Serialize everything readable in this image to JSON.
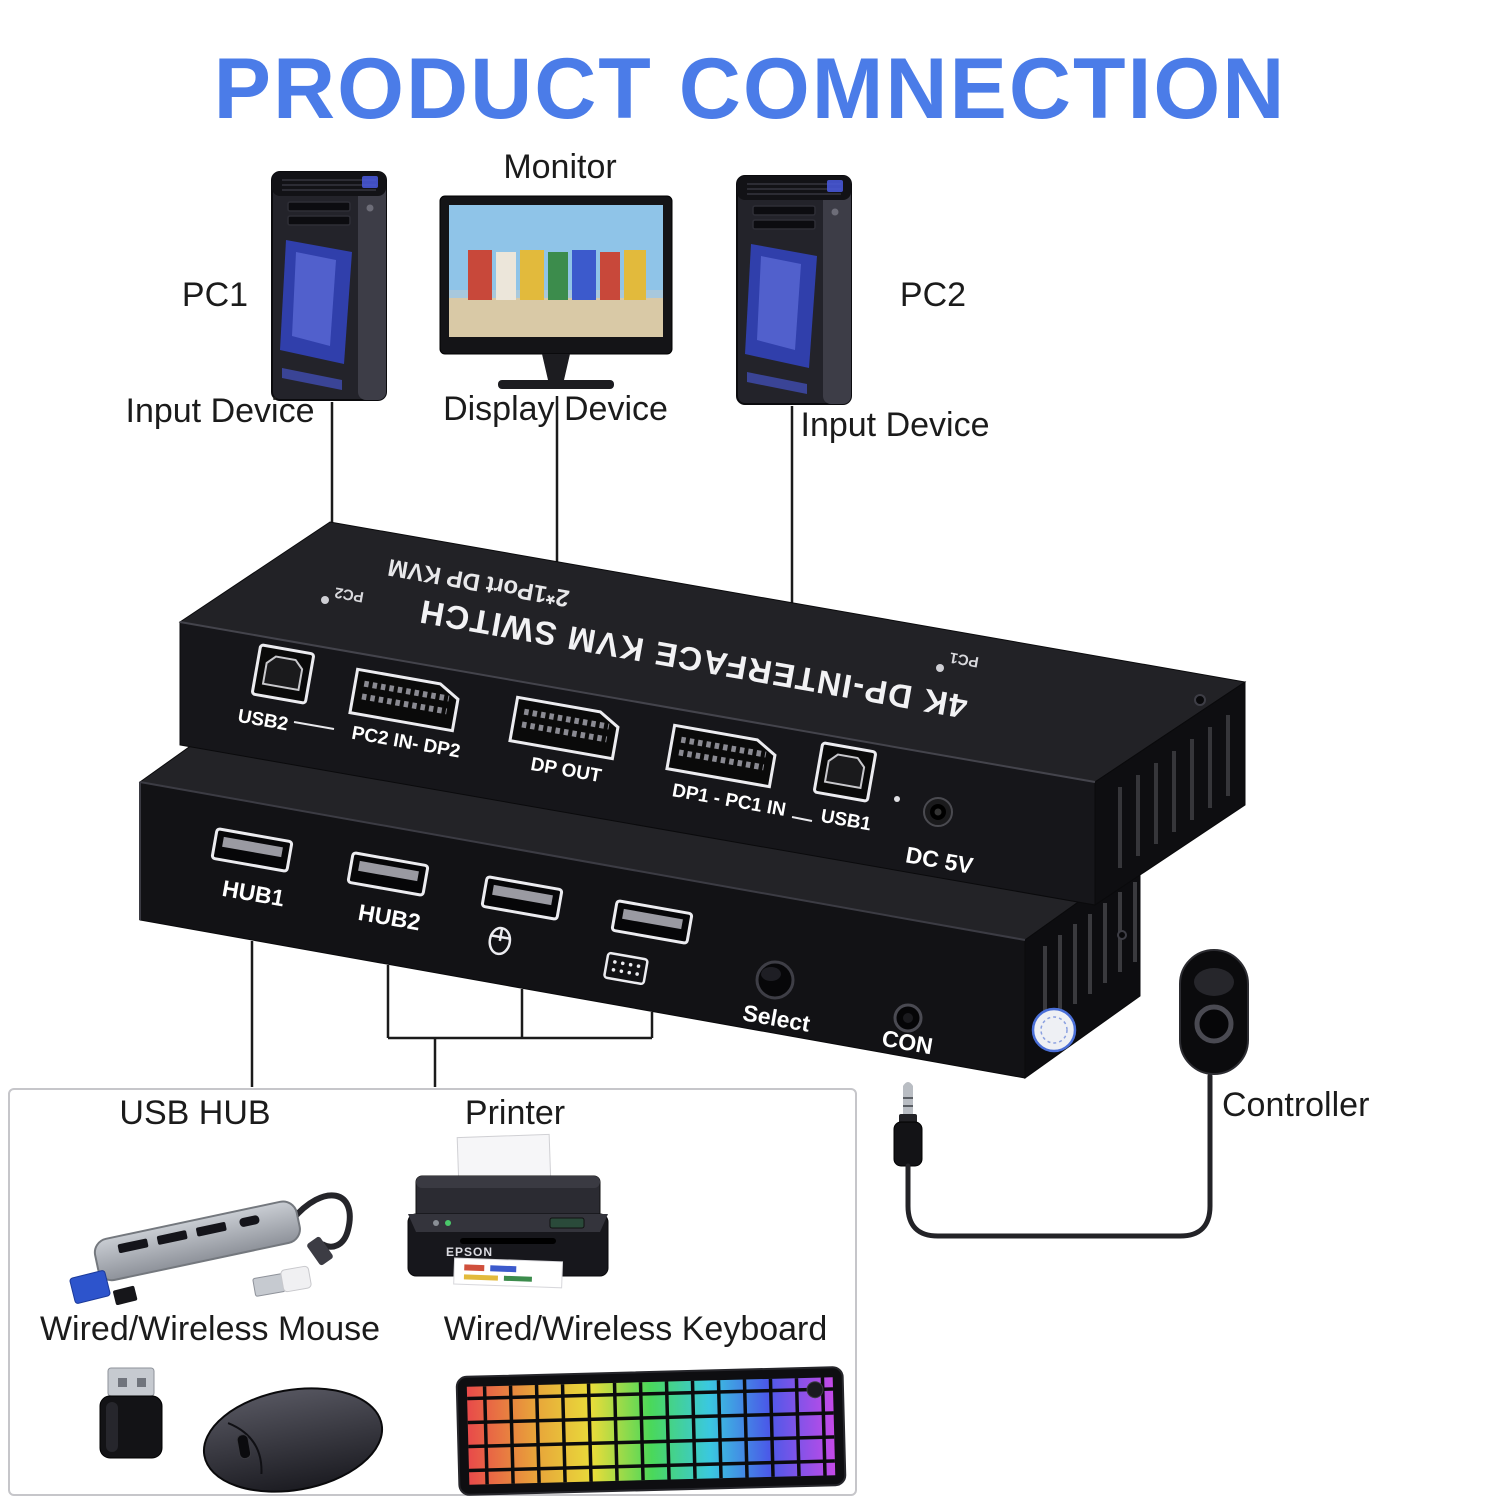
{
  "title": "PRODUCT COMNECTION",
  "top_devices": {
    "monitor_label": "Monitor",
    "pc1_label": "PC1",
    "pc2_label": "PC2",
    "pc1_caption": "Input Device",
    "monitor_caption": "Display Device",
    "pc2_caption": "Input Device"
  },
  "kvm_rear_view": {
    "brand_small": "2*1Port DP KVM",
    "brand_big": "4K DP-INTERFACE KVM SWITCH",
    "led_pc2": "PC2",
    "led_pc1": "PC1",
    "labels": {
      "usb2": "USB2",
      "dp2": "PC2 IN- DP2",
      "dp_out": "DP OUT",
      "dp1": "DP1 - PC1 IN",
      "usb1": "USB1",
      "dc": "DC 5V"
    }
  },
  "kvm_front_view": {
    "labels": {
      "hub1": "HUB1",
      "hub2": "HUB2",
      "select": "Select",
      "con": "CON"
    }
  },
  "peripherals": {
    "usb_hub": "USB HUB",
    "printer": "Printer",
    "printer_brand": "EPSON",
    "mouse": "Wired/Wireless Mouse",
    "keyboard": "Wired/Wireless Keyboard",
    "controller": "Controller"
  },
  "colors": {
    "title_blue": "#4b7ce8",
    "chassis_black": "#16161a",
    "sticker_ring_blue": "#4a6fd8",
    "label_white": "#ffffff"
  }
}
